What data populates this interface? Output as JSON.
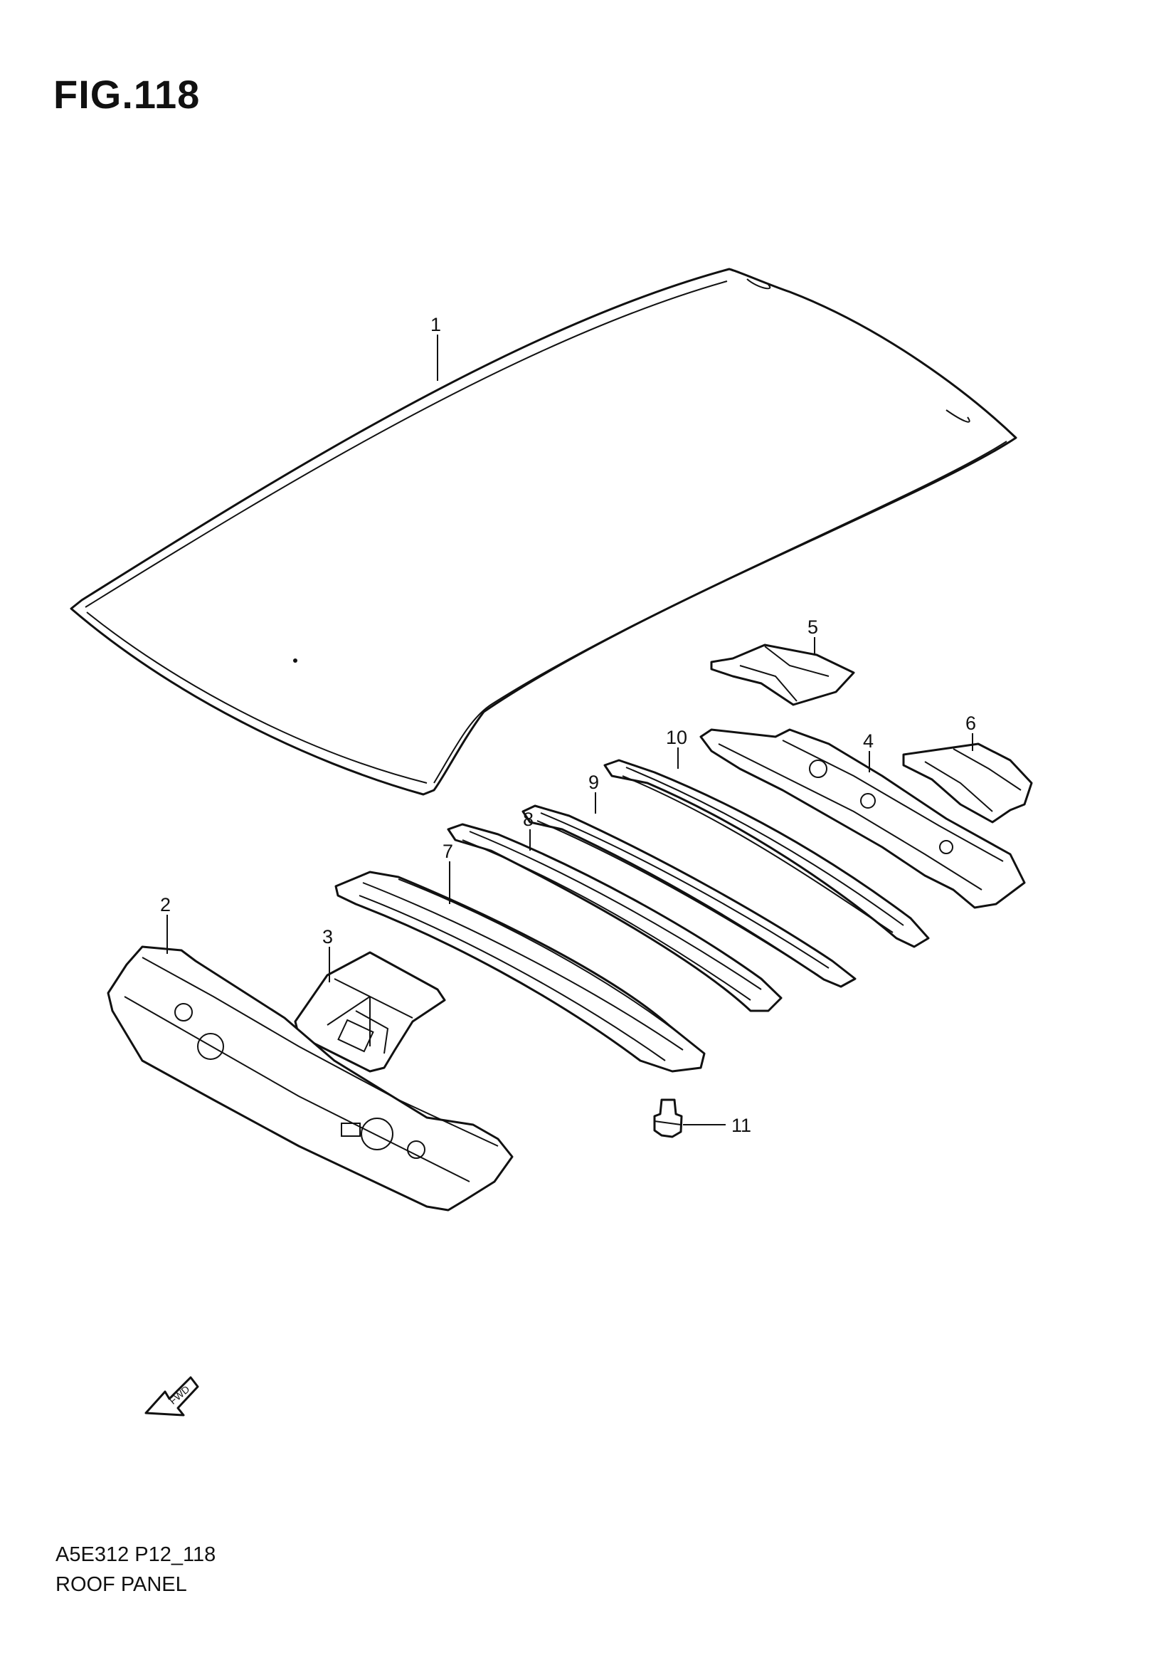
{
  "figure": {
    "title": "FIG.118"
  },
  "footer": {
    "code": "A5E312 P12_118",
    "name": "ROOF PANEL"
  },
  "callouts": [
    "1",
    "2",
    "3",
    "4",
    "5",
    "6",
    "7",
    "8",
    "9",
    "10",
    "11"
  ],
  "arrow": {
    "label": "FWD"
  }
}
